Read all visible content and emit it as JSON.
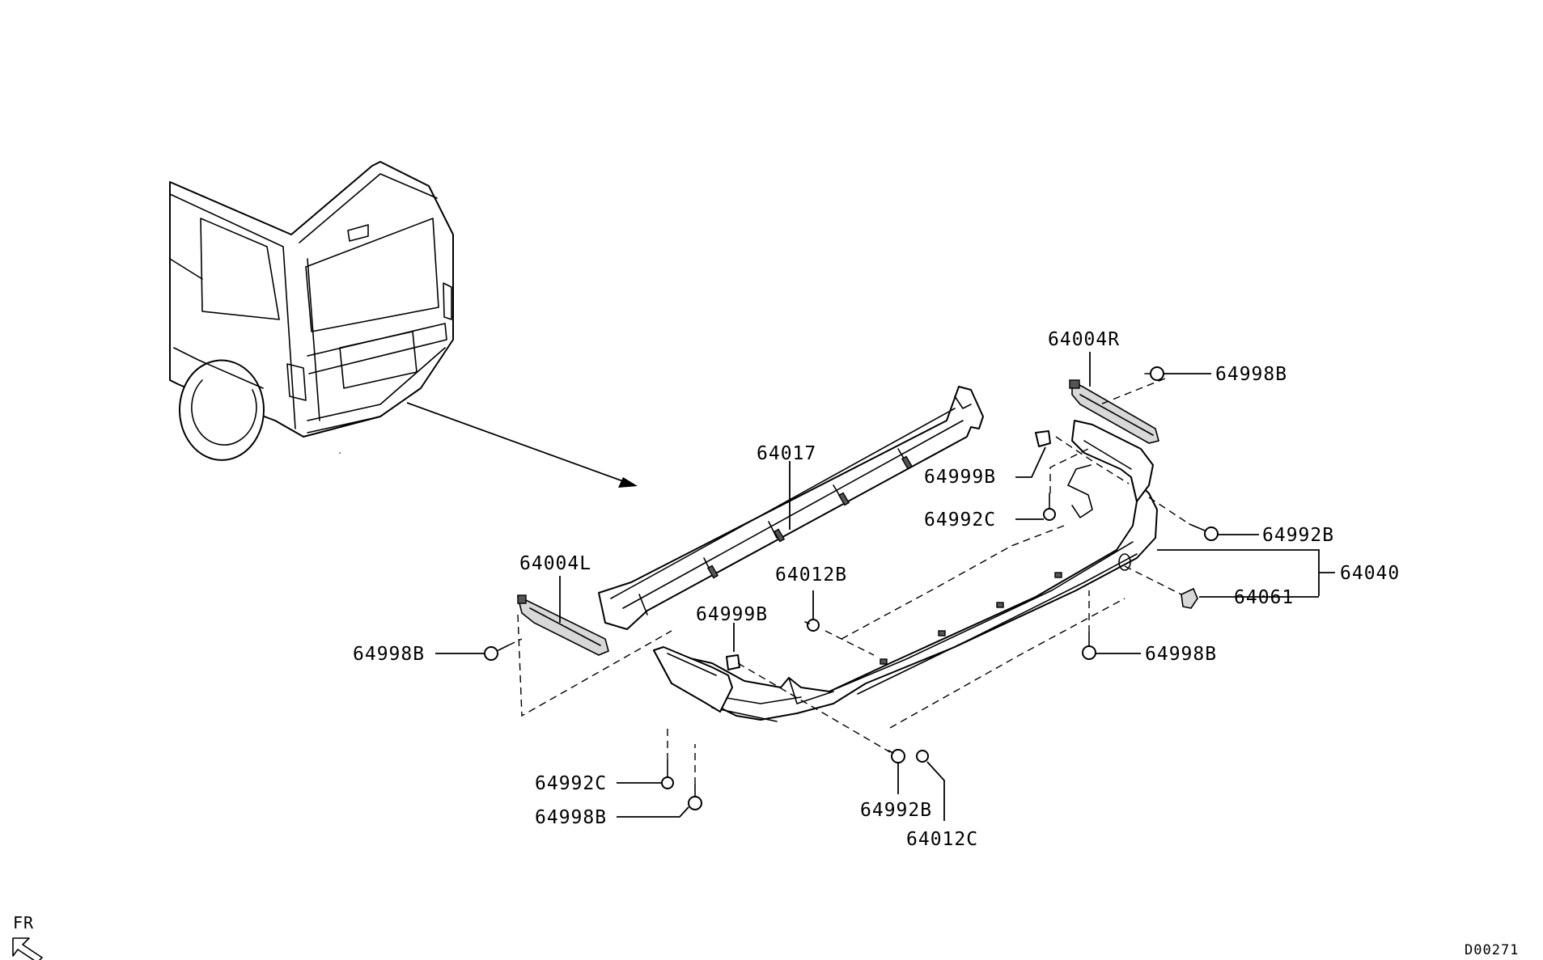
{
  "diagram_code": "D00271",
  "direction_label": "FR",
  "callouts": {
    "p64004R": "64004R",
    "p64998B_top_right": "64998B",
    "p64017": "64017",
    "p64999B_right": "64999B",
    "p64992C_right": "64992C",
    "p64992B_right": "64992B",
    "p64040": "64040",
    "p64061": "64061",
    "p64998B_right": "64998B",
    "p64004L": "64004L",
    "p64012B": "64012B",
    "p64999B_center": "64999B",
    "p64998B_left": "64998B",
    "p64992C_bottom": "64992C",
    "p64998B_bottom": "64998B",
    "p64992B_bottom": "64992B",
    "p64012C": "64012C"
  }
}
